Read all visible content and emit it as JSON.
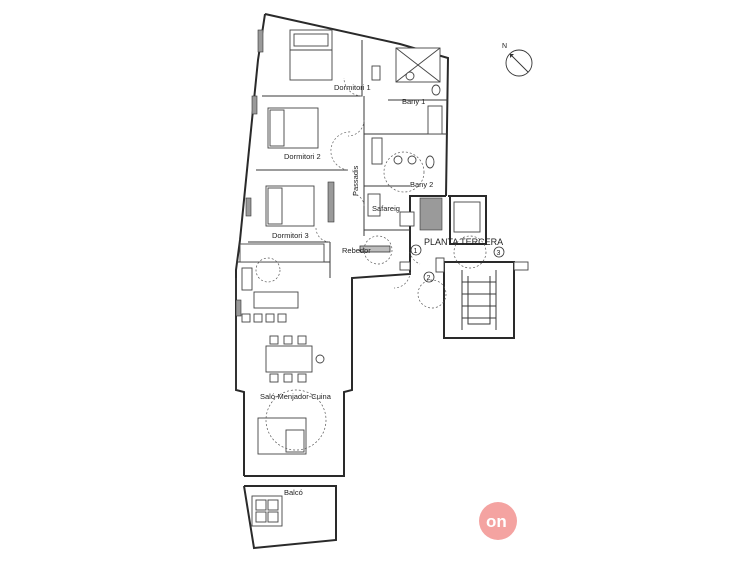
{
  "floor_title": "PLANTA TERCERA",
  "rooms": {
    "dormitori1": "Dormitori 1",
    "dormitori2": "Dormitori 2",
    "dormitori3": "Dormitori 3",
    "bany1": "Bany 1",
    "bany2": "Bany 2",
    "passadis": "Passadis",
    "safareig": "Safareig",
    "rebedor": "Rebedor",
    "salo": "Saló-Menjador-Cuina",
    "balco": "Balcó"
  },
  "markers": {
    "m1": "1",
    "m2": "2",
    "m3": "3"
  },
  "compass": {
    "letter": "N"
  },
  "logo": {
    "text": "on",
    "color": "#f4a3a1"
  },
  "colors": {
    "line": "#2a2a2a",
    "hatch": "#9a9a9a",
    "background": "#ffffff"
  }
}
